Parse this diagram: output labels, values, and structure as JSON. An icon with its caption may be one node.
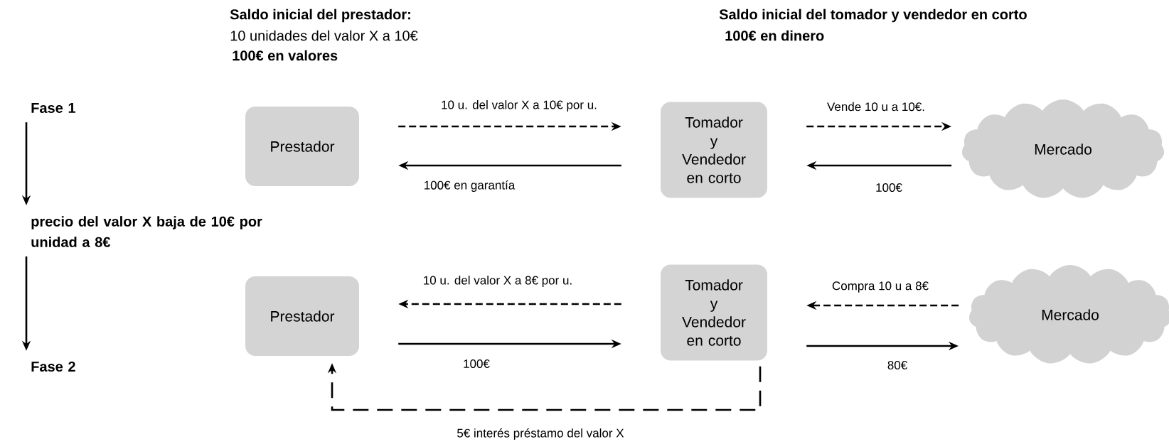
{
  "diagram": {
    "nodes": [
      {
        "text": [
          "Prestador"
        ]
      },
      {
        "text": [
          "Tomador y Vendedor en corto"
        ]
      },
      {
        "text": [
          "Mercado"
        ]
      },
      {
        "text": [
          "Prestador"
        ]
      },
      {
        "text": [
          "Tomador y Vendedor en corto"
        ]
      },
      {
        "text": [
          "Mercado"
        ]
      },
      {
        "text": [
          "Fase 1"
        ]
      },
      {
        "text": [
          "precio del valor X baja de 10€ por unidad a 8€"
        ]
      },
      {
        "text": [
          "Fase 2"
        ]
      }
    ],
    "edges": [
      {
        "from": 0,
        "to": 1,
        "arrow": "to",
        "style": "dashed",
        "label": "10 u. del valor X a 10€ por u."
      },
      {
        "from": 1,
        "to": 0,
        "arrow": "to",
        "label": "100€ en garantía"
      },
      {
        "from": 1,
        "to": 2,
        "arrow": "to",
        "style": "dashed",
        "label": "Vende 10 u a 10€."
      },
      {
        "from": 2,
        "to": 1,
        "arrow": "to",
        "label": "100€"
      },
      {
        "from": 4,
        "to": 3,
        "arrow": "to",
        "style": "dashed",
        "label": "10 u. del valor X a 8€ por u."
      },
      {
        "from": 3,
        "to": 4,
        "arrow": "to",
        "label": "100€"
      },
      {
        "from": 5,
        "to": 4,
        "arrow": "to",
        "style": "dashed",
        "label": "Compra 10 u  a 8€"
      },
      {
        "from": 4,
        "to": 5,
        "arrow": "to",
        "label": "80€"
      },
      {
        "from": 4,
        "to": 3,
        "arrow": "to",
        "style": "dashed",
        "label": "5€  interés préstamo del valor X"
      },
      {
        "from": 6,
        "to": 7,
        "arrow": "to"
      },
      {
        "from": 7,
        "to": 8,
        "arrow": "to"
      }
    ],
    "labels": [
      "**Saldo inicial del prestador**:",
      "10 unidades del valor X a 10€",
      "100€  en valores",
      "Saldo inicial del tomador y vendedor en corto",
      "100€   en dinero"
    ]
  }
}
